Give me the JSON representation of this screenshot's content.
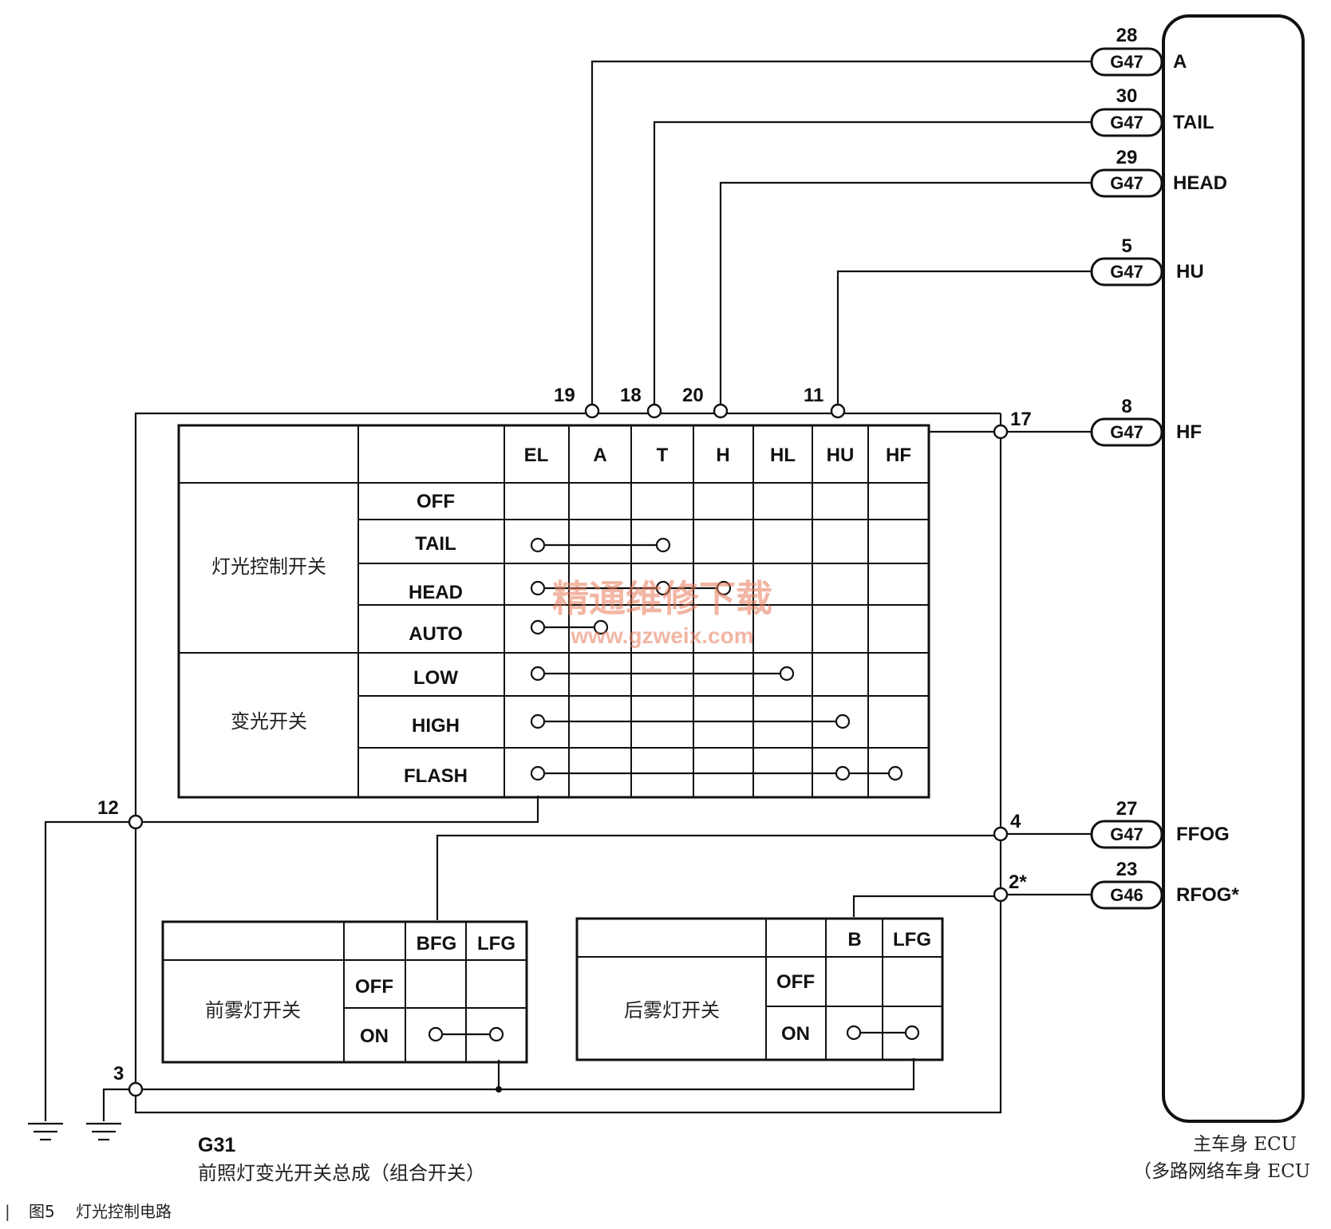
{
  "ecu": {
    "connectors": [
      {
        "pin": "28",
        "connector": "G47",
        "signal": "A"
      },
      {
        "pin": "30",
        "connector": "G47",
        "signal": "TAIL"
      },
      {
        "pin": "29",
        "connector": "G47",
        "signal": "HEAD"
      },
      {
        "pin": "5",
        "connector": "G47",
        "signal": "HU"
      },
      {
        "pin": "8",
        "connector": "G47",
        "signal": "HF"
      },
      {
        "pin": "27",
        "connector": "G47",
        "signal": "FFOG"
      },
      {
        "pin": "23",
        "connector": "G46",
        "signal": "RFOG*"
      }
    ],
    "label_line1": "主车身 ECU",
    "label_line2": "（多路网络车身 ECU"
  },
  "switch_assembly": {
    "pins": {
      "p19": "19",
      "p18": "18",
      "p20": "20",
      "p11": "11",
      "p17": "17",
      "p12": "12",
      "p4": "4",
      "p2": "2*",
      "p3": "3"
    },
    "main_table": {
      "columns": [
        "EL",
        "A",
        "T",
        "H",
        "HL",
        "HU",
        "HF"
      ],
      "groups": [
        "灯光控制开关",
        "变光开关"
      ],
      "rows": [
        "OFF",
        "TAIL",
        "HEAD",
        "AUTO",
        "LOW",
        "HIGH",
        "FLASH"
      ]
    },
    "front_fog": {
      "label": "前雾灯开关",
      "columns": [
        "BFG",
        "LFG"
      ],
      "rows": [
        "OFF",
        "ON"
      ]
    },
    "rear_fog": {
      "label": "后雾灯开关",
      "columns": [
        "B",
        "LFG"
      ],
      "rows": [
        "OFF",
        "ON"
      ]
    },
    "code": "G31",
    "name": "前照灯变光开关总成（组合开关）"
  },
  "watermark": {
    "line1": "精通维修下载",
    "line2": "www.gzweix.com",
    "color": "#e87a5a"
  },
  "caption": {
    "marker": "|",
    "figure": "图5",
    "title": "灯光控制电路"
  }
}
